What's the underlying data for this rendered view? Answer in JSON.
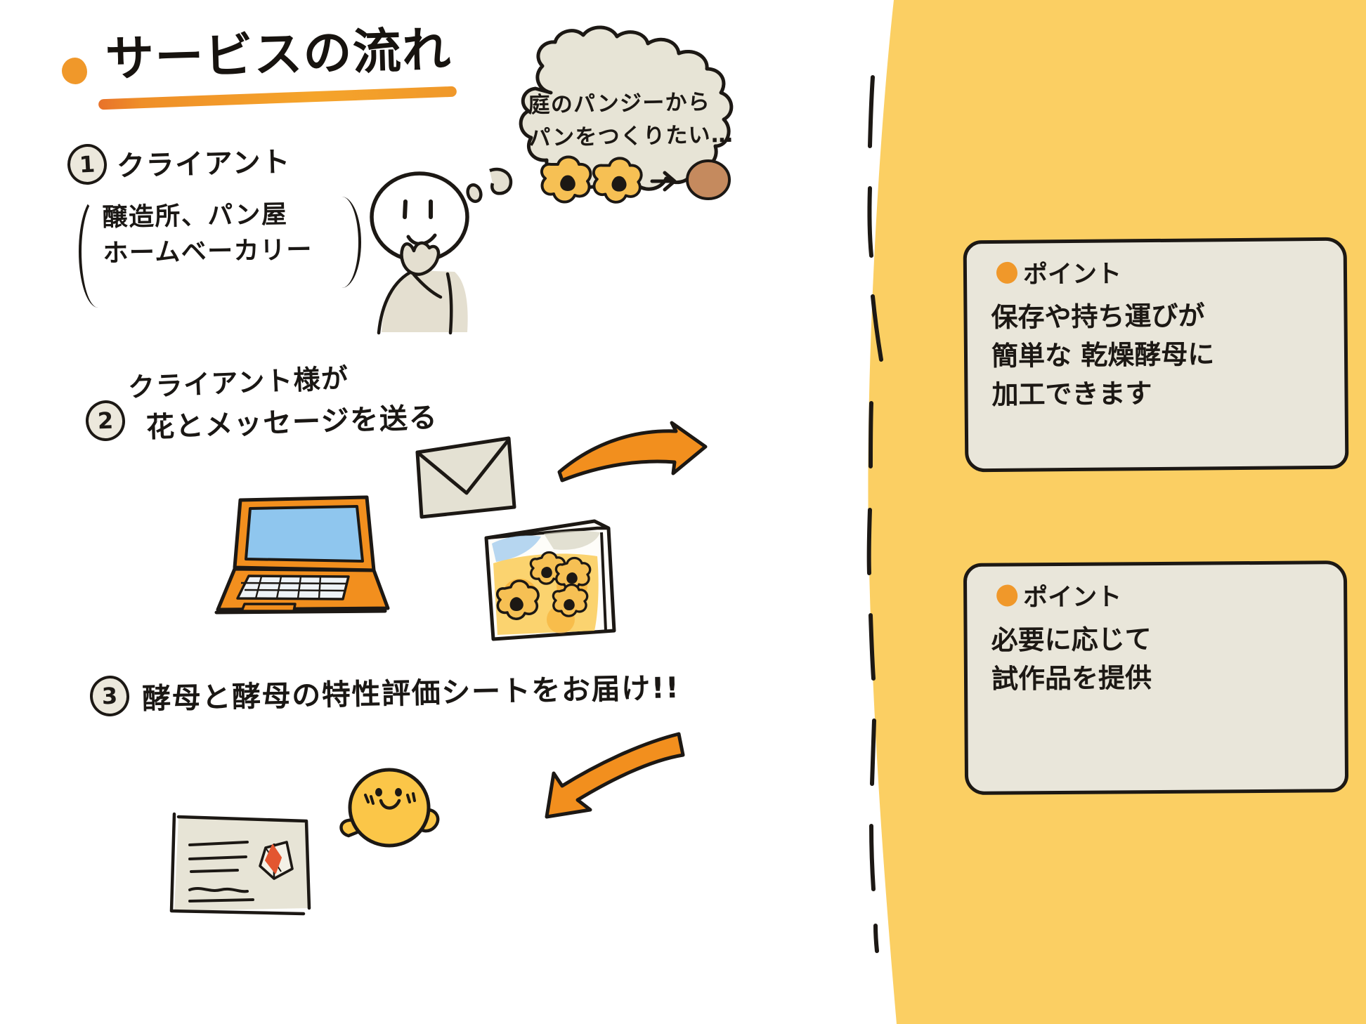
{
  "page": {
    "title": "サービスの流れ",
    "accent_orange": "#f0982a",
    "accent_orange_deep": "#e8722a",
    "panel_yellow": "#fbcf63",
    "card_beige": "#e9e6da",
    "ink": "#1c1814",
    "laptop_screen_blue": "#8fc6ee"
  },
  "steps": [
    {
      "number": "1",
      "label": "クライアント",
      "sublines": "醸造所、パン屋\nホームベーカリー"
    },
    {
      "number": "2",
      "line1": "クライアント様が",
      "line2": "花とメッセージを送る"
    },
    {
      "number": "3",
      "label": "酵母と酵母の特性評価シートをお届け!!"
    }
  ],
  "speech_bubble": {
    "text": "庭のパンジーから\nパンをつくりたい…"
  },
  "points": [
    {
      "title": "ポイント",
      "body": "保存や持ち運びが\n簡単な 乾燥酵母に\n加工できます"
    },
    {
      "title": "ポイント",
      "body": "必要に応じて\n試作品を提供"
    }
  ],
  "illustrations": {
    "person": "thinking-person",
    "laptop": "orange-laptop",
    "envelope": "mail-envelope",
    "packet": "flower-seed-packet",
    "sheet": "evaluation-sheet",
    "mascot": "yeast-mascot",
    "arrow_right": "curved-arrow-right",
    "arrow_left": "curved-arrow-down-left"
  }
}
